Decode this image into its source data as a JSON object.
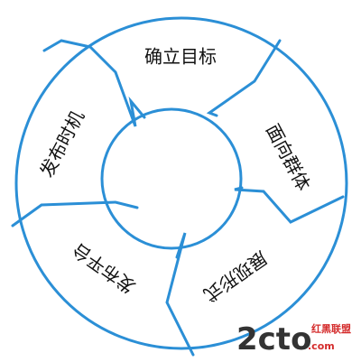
{
  "diagram": {
    "stroke_color": "#2B8FD6",
    "segments": [
      {
        "id": "goal",
        "label": "确立目标"
      },
      {
        "id": "audience",
        "label": "面向群体"
      },
      {
        "id": "form",
        "label": "展现形式"
      },
      {
        "id": "platform",
        "label": "发布平台"
      },
      {
        "id": "timing",
        "label": "发布时机"
      }
    ]
  },
  "watermark": {
    "main": "2cto",
    "suffix": ".com",
    "caption": "红黑联盟",
    "color_main": "#333333",
    "color_suffix": "#D42B2B"
  }
}
